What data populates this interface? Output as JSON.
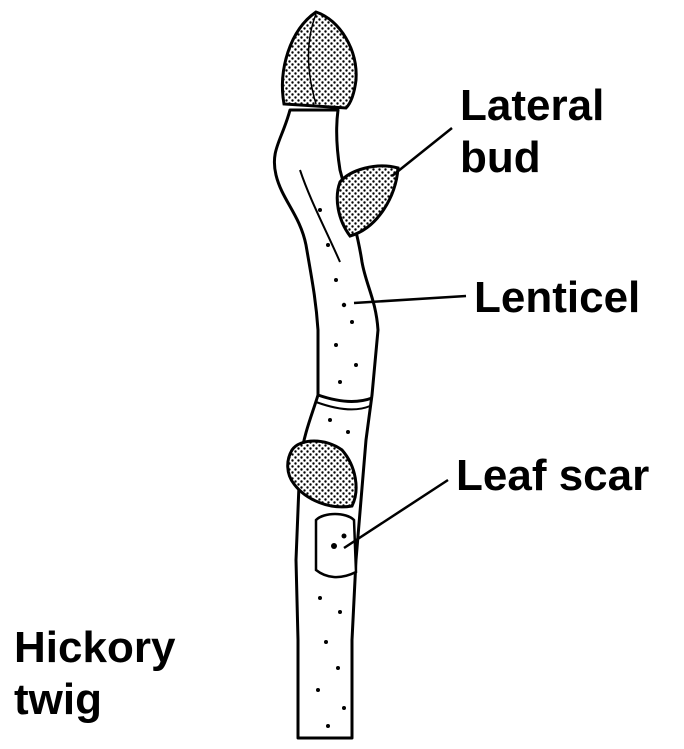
{
  "diagram": {
    "labels": {
      "lateral_bud": [
        "Lateral",
        "bud"
      ],
      "lenticel": "Lenticel",
      "leaf_scar": "Leaf scar",
      "title": [
        "Hickory",
        "twig"
      ]
    },
    "colors": {
      "ink": "#000000",
      "background": "#ffffff"
    }
  }
}
